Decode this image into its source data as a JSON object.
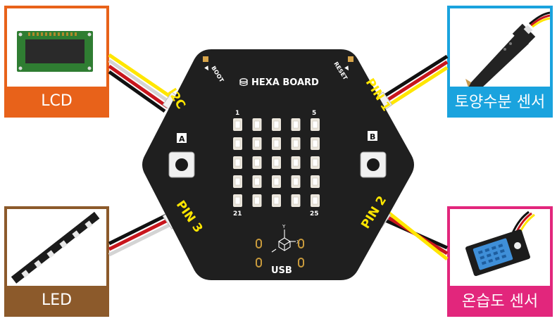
{
  "colors": {
    "lcd": "#E8621A",
    "soil": "#1AA3DE",
    "led": "#8C5A2B",
    "humidity": "#E2267C",
    "pin_label": "#FFE600",
    "board": "#1f1f1f"
  },
  "cards": {
    "lcd": {
      "label": "LCD",
      "icon": "lcd-display-icon"
    },
    "soil": {
      "label": "토양수분 센서",
      "icon": "soil-moisture-sensor-icon"
    },
    "led": {
      "label": "LED",
      "icon": "led-strip-icon"
    },
    "humidity": {
      "label": "온습도 센서",
      "icon": "temp-humidity-sensor-icon"
    }
  },
  "board": {
    "title": "HEXA BOARD",
    "boot": "BOOT",
    "reset": "RESET",
    "button_a": "A",
    "button_b": "B",
    "usb": "USB",
    "matrix_labels": {
      "top_left": "1",
      "top_right": "5",
      "bottom_left": "21",
      "bottom_right": "25"
    },
    "ports": {
      "i2c": "I2C",
      "pin1": "PIN 1",
      "pin2": "PIN 2",
      "pin3": "PIN 3"
    },
    "axis": {
      "y": "Y",
      "x": "X"
    }
  }
}
